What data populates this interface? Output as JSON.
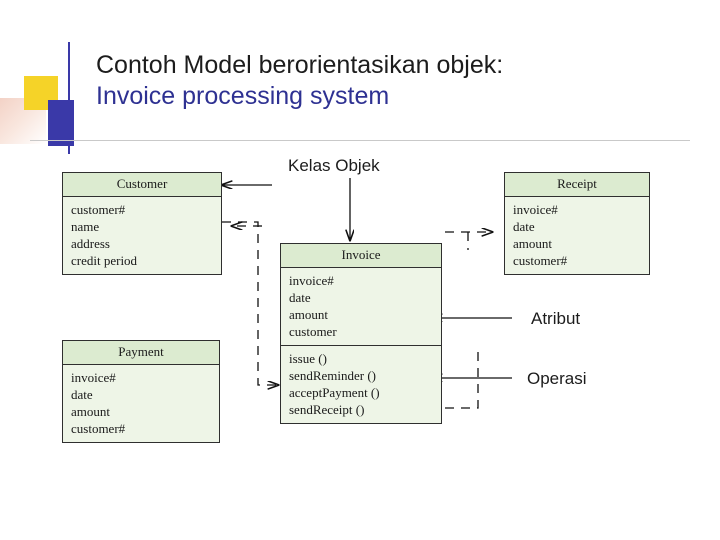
{
  "slide": {
    "title_line1": "Contoh Model berorientasikan objek:",
    "title_line2": "Invoice processing system",
    "title_color_line1": "#1c1c1c",
    "title_color_line2": "#2e3192"
  },
  "decor": {
    "yellow": "#f5d328",
    "blue": "#3a39a8",
    "peach": "#f3d2c6"
  },
  "callouts": {
    "kelas_objek": "Kelas Objek",
    "atribut": "Atribut",
    "operasi": "Operasi"
  },
  "diagram": {
    "type": "uml-class-diagram",
    "box_header_color": "#dcebd0",
    "box_body_color": "#eef5e7",
    "border_color": "#2f2f2f",
    "classes": [
      {
        "name": "Customer",
        "attributes": [
          "customer#",
          "name",
          "address",
          "credit period"
        ],
        "operations": []
      },
      {
        "name": "Receipt",
        "attributes": [
          "invoice#",
          "date",
          "amount",
          "customer#"
        ],
        "operations": []
      },
      {
        "name": "Invoice",
        "attributes": [
          "invoice#",
          "date",
          "amount",
          "customer"
        ],
        "operations": [
          "issue ()",
          "sendReminder ()",
          "acceptPayment ()",
          "sendReceipt ()"
        ]
      },
      {
        "name": "Payment",
        "attributes": [
          "invoice#",
          "date",
          "amount",
          "customer#"
        ],
        "operations": []
      }
    ]
  }
}
